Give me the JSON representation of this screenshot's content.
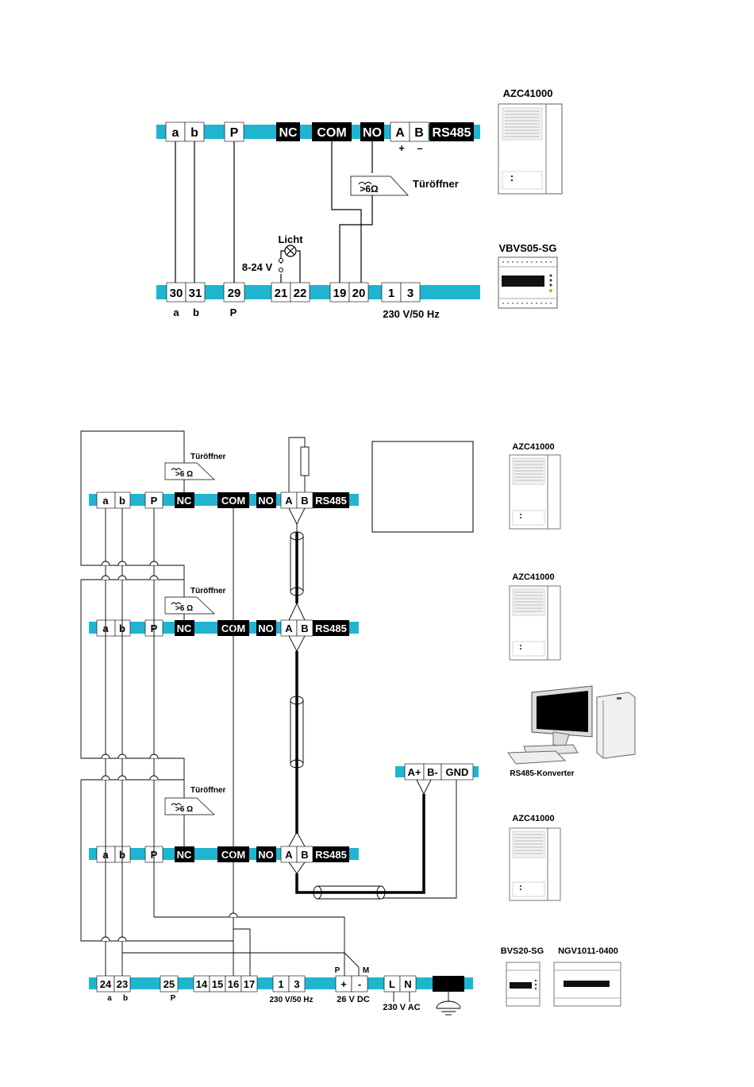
{
  "colors": {
    "bus": "#1fb5cf",
    "wire": "#000000",
    "term_dark": "#000000",
    "term_light": "#ffffff"
  },
  "diagram1": {
    "top_bus": {
      "terminals": [
        "a",
        "b",
        "P",
        "NC",
        "COM",
        "NO",
        "A",
        "B",
        "RS485"
      ],
      "polarity": [
        "+",
        "–"
      ]
    },
    "bottom_bus": {
      "terminals": [
        "30",
        "31",
        "29",
        "21",
        "22",
        "19",
        "20",
        "1",
        "3"
      ],
      "sublabels": [
        "a",
        "b",
        "P"
      ],
      "supply_label": "230 V/50 Hz"
    },
    "door_opener_label": "Türöffner",
    "door_opener_symbol": ">6Ω",
    "light_label": "Licht",
    "voltage_label": "8-24 V",
    "devices": [
      "AZC41000",
      "VBVS05-SG"
    ]
  },
  "diagram2": {
    "station_terminals": [
      "a",
      "b",
      "P",
      "NC",
      "COM",
      "NO",
      "A",
      "B",
      "RS485"
    ],
    "door_opener_label": "Türöffner",
    "door_opener_symbol": ">6 Ω",
    "converter_terminals": [
      "A+",
      "B-",
      "GND"
    ],
    "converter_label": "RS485-Konverter",
    "bottom_bus": {
      "terminals": [
        "24",
        "23",
        "25",
        "14",
        "15",
        "16",
        "17",
        "1",
        "3",
        "+",
        "-",
        "L",
        "N"
      ],
      "sublabels": [
        "a",
        "b",
        "P"
      ],
      "supply_label_1": "230 V/50 Hz",
      "dc_label": "26 V DC",
      "ac_label": "230 V AC",
      "p_label": "P",
      "m_label": "M"
    },
    "devices": [
      "AZC41000",
      "AZC41000",
      "AZC41000",
      "BVS20-SG",
      "NGV1011-0400"
    ]
  }
}
